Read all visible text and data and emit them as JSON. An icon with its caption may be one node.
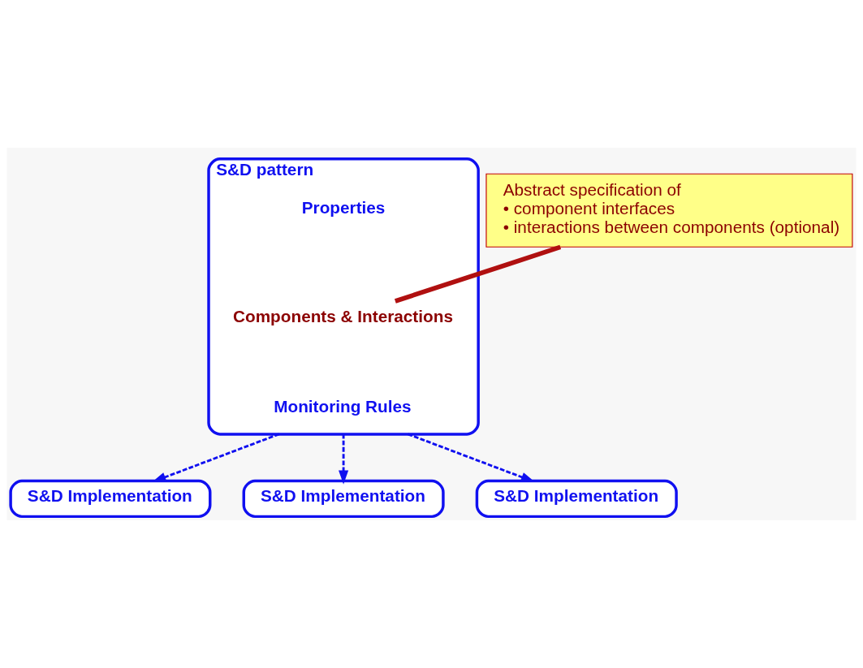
{
  "diagram": {
    "nodes": [
      {
        "text": [
          "S&D pattern"
        ]
      },
      {
        "text": [
          "Properties"
        ],
        "in": 0
      },
      {
        "text": [
          "Components & Interactions"
        ],
        "in": 0
      },
      {
        "text": [
          "Monitoring Rules"
        ],
        "in": 0
      },
      {
        "text": [
          "Abstract specification of",
          "• component interfaces",
          "• interactions between components (optional)"
        ]
      },
      {
        "text": [
          "S&D Implementation"
        ]
      },
      {
        "text": [
          "S&D Implementation"
        ]
      },
      {
        "text": [
          "S&D Implementation"
        ]
      }
    ],
    "edges": [
      {
        "from": 0,
        "to": 5,
        "arrow": "to",
        "style": "dashed"
      },
      {
        "from": 0,
        "to": 6,
        "arrow": "to",
        "style": "dashed"
      },
      {
        "from": 0,
        "to": 7,
        "arrow": "to",
        "style": "dashed"
      },
      {
        "from": 4,
        "to": 2,
        "arrow": "none",
        "style": "thick",
        "color": "#b01010"
      }
    ]
  }
}
